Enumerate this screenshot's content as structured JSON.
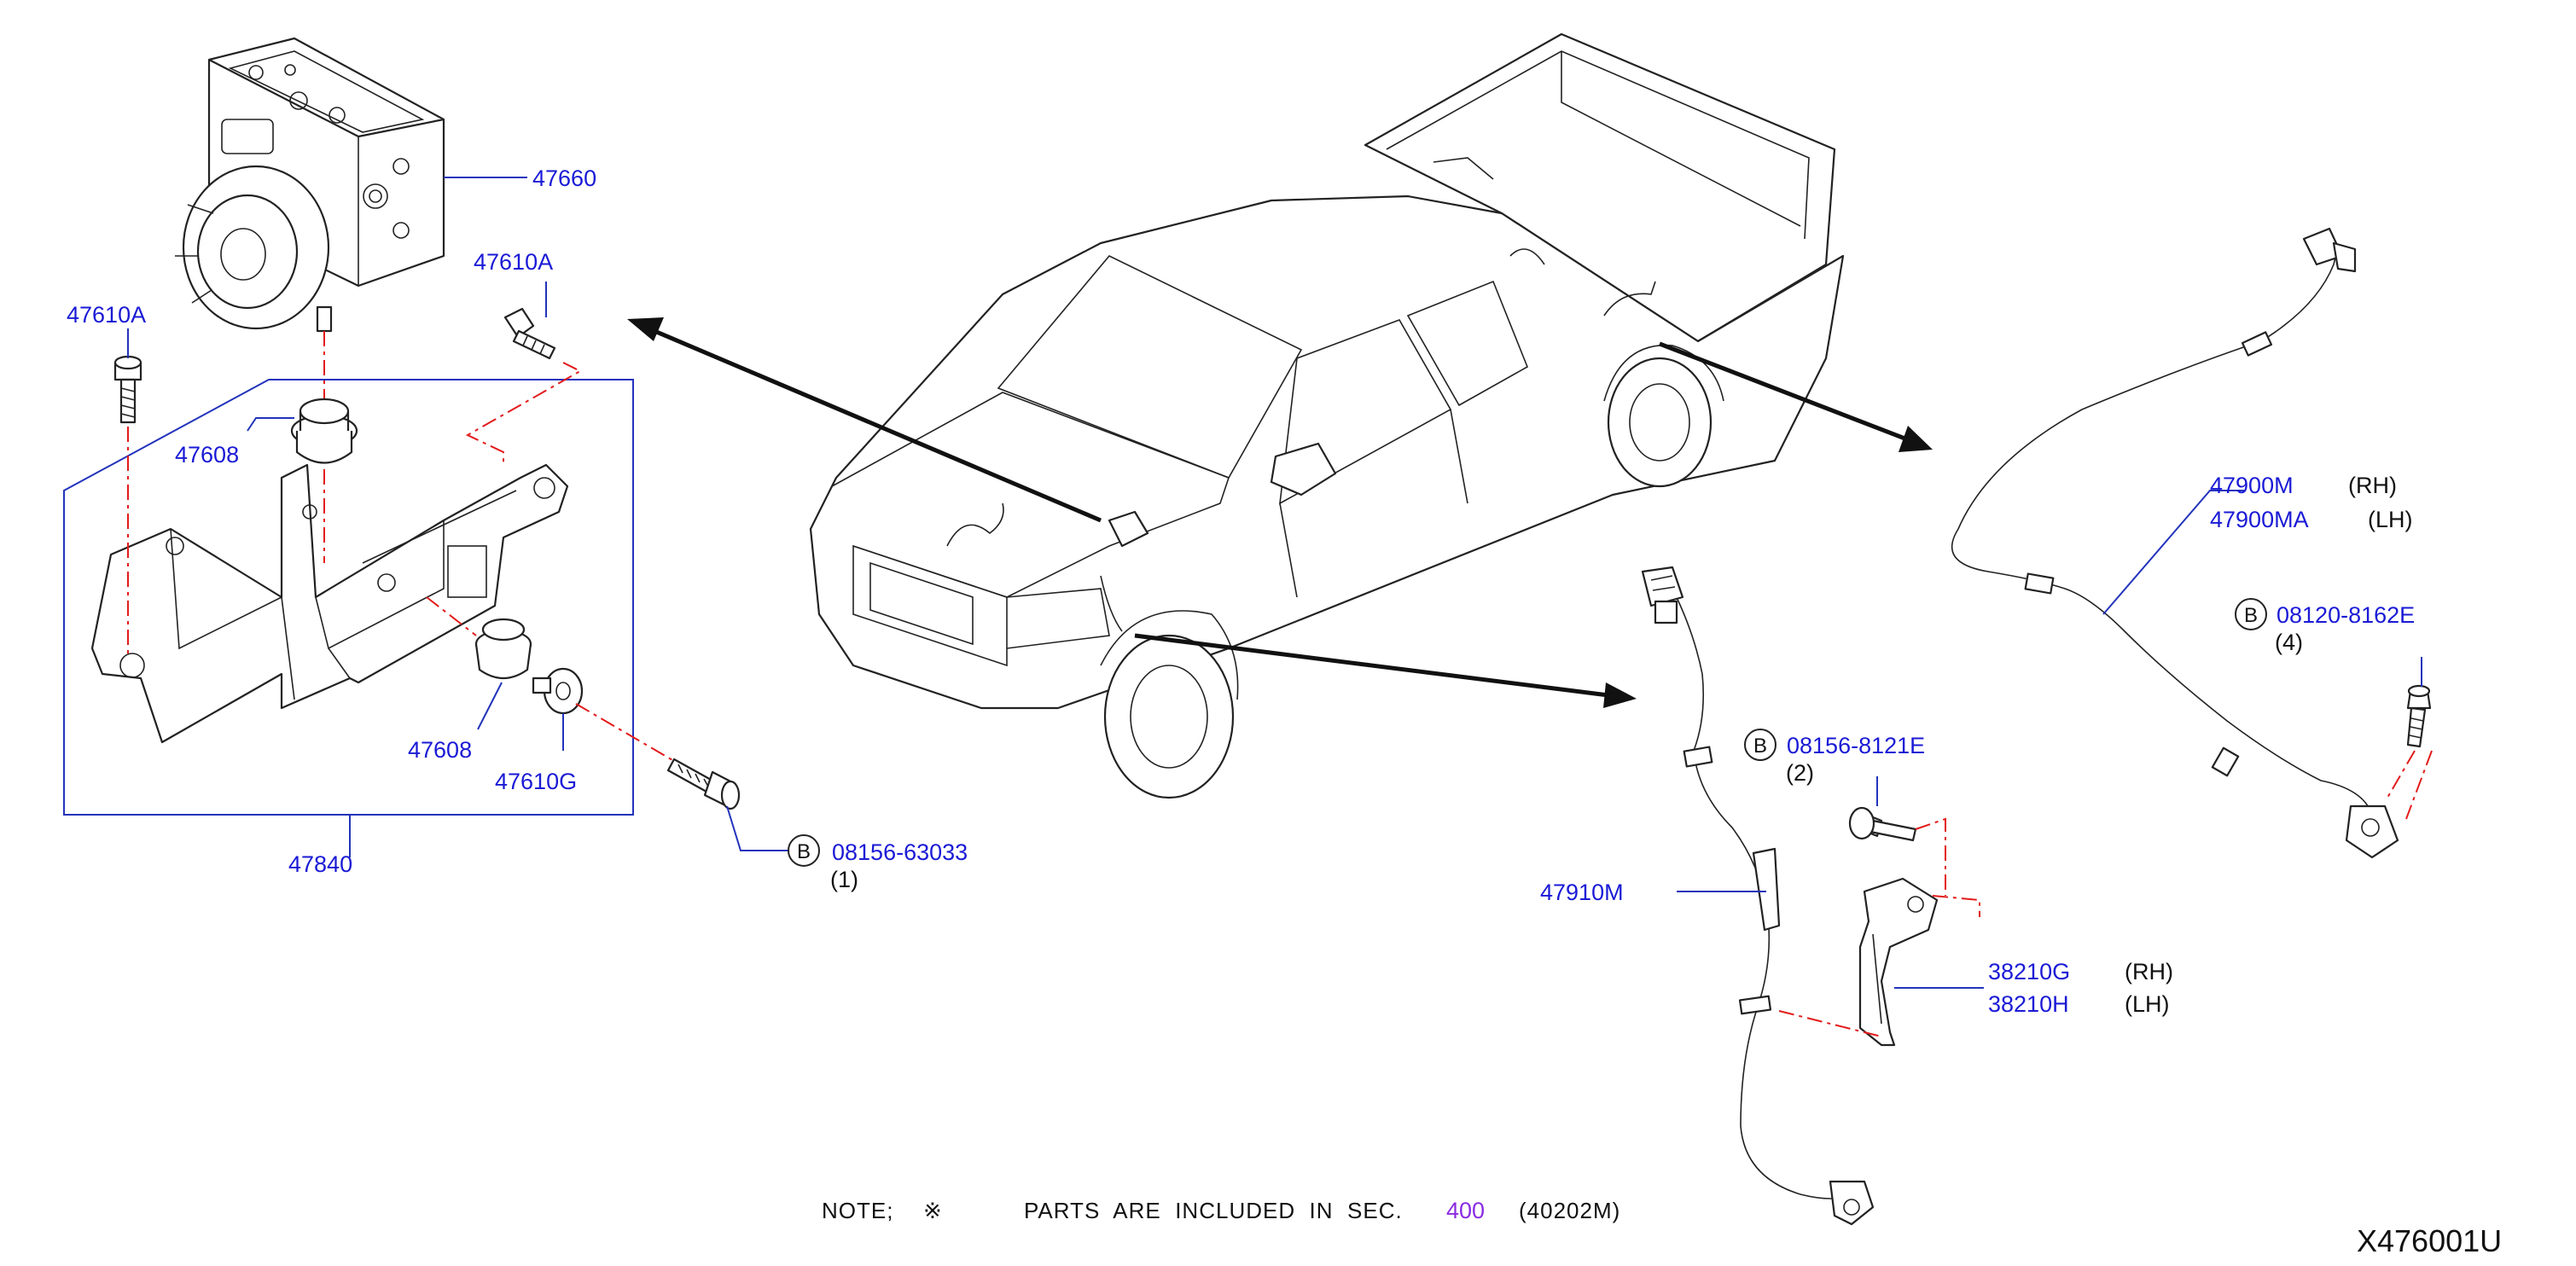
{
  "labels": {
    "p47660": "47660",
    "p47610A_top": "47610A",
    "p47610A_left": "47610A",
    "p47608_top": "47608",
    "p47608_bottom": "47608",
    "p47610G": "47610G",
    "p47840": "47840",
    "p08156_63033": "08156-63033",
    "q08156_63033": "(1)",
    "p47900M": "47900M",
    "side47900M": "(RH)",
    "p47900MA": "47900MA",
    "side47900MA": "(LH)",
    "p08120_8162E": "08120-8162E",
    "q08120_8162E": "(4)",
    "p08156_8121E": "08156-8121E",
    "q08156_8121E": "(2)",
    "p47910M": "47910M",
    "p38210G": "38210G",
    "side38210G": "(RH)",
    "p38210H": "38210H",
    "side38210H": "(LH)"
  },
  "bolt_mark": "B",
  "note": {
    "prefix": "NOTE;",
    "symbol": "※",
    "text": "PARTS  ARE  INCLUDED  IN  SEC.",
    "section": "400",
    "ref": "(40202M)"
  },
  "diagram_id": "X476001U",
  "colors": {
    "part_number": "#1a1ad6",
    "leader": "#2233bb",
    "dashed_centerline": "#e21b1b",
    "section_number": "#8a2be2"
  }
}
